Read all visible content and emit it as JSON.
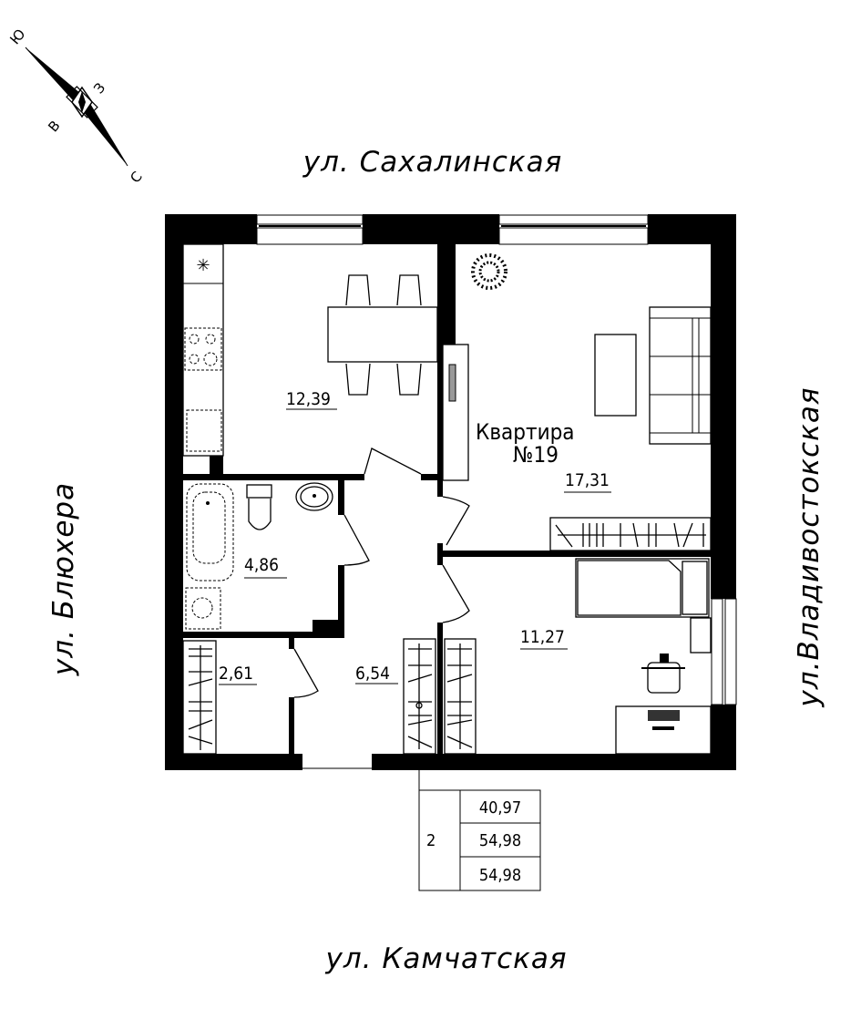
{
  "streets": {
    "top": "ул. Сахалинская",
    "left": "ул. Блюхера",
    "right": "ул.Владивостокская",
    "bottom": "ул. Камчатская"
  },
  "compass": {
    "n": "Ю",
    "w": "З",
    "e": "В",
    "s": "С"
  },
  "apartment": {
    "title": "Квартира",
    "number": "№19"
  },
  "rooms": [
    {
      "name": "kitchen",
      "area": "12,39"
    },
    {
      "name": "living-room",
      "area": "17,31"
    },
    {
      "name": "bathroom",
      "area": "4,86"
    },
    {
      "name": "storage",
      "area": "2,61"
    },
    {
      "name": "hallway",
      "area": "6,54"
    },
    {
      "name": "bedroom",
      "area": "11,27"
    }
  ],
  "summary": {
    "rooms_count": "2",
    "living_area": "40,97",
    "total_area": "54,98",
    "total_area_with_balcony": "54,98"
  }
}
